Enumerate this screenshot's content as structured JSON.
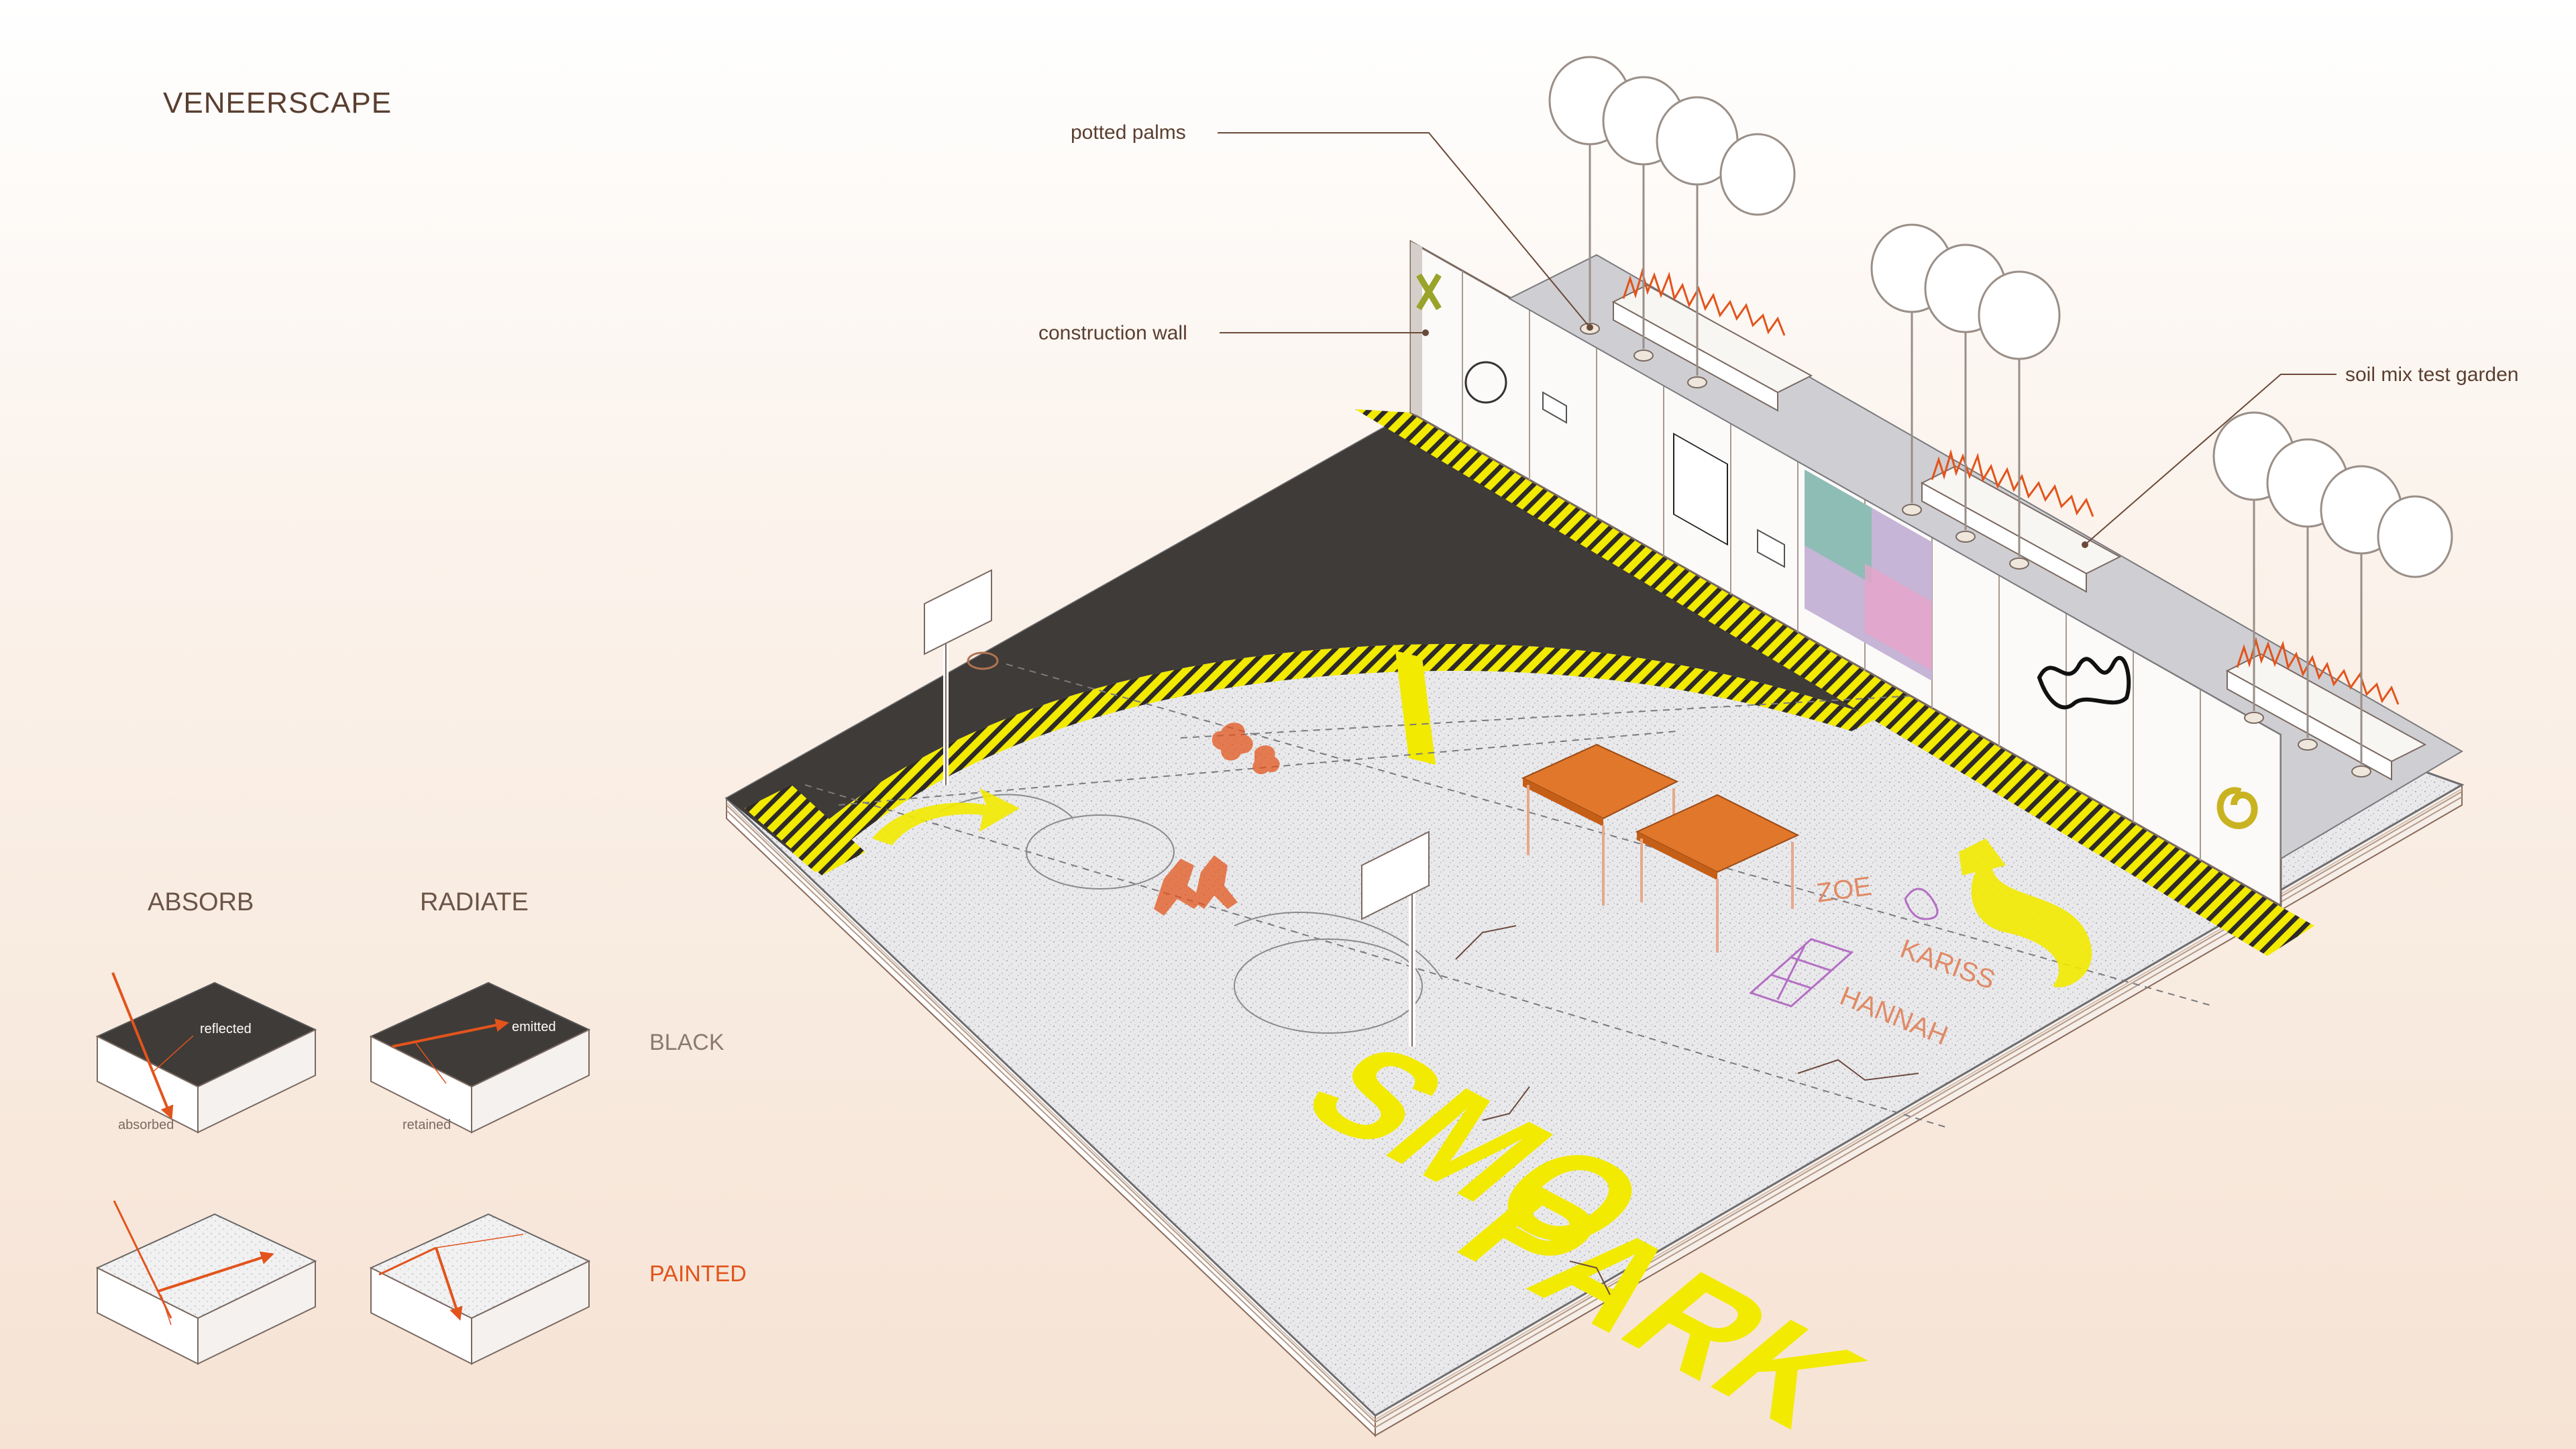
{
  "title": "VENEERSCAPE",
  "legend": {
    "col_absorb": "ABSORB",
    "col_radiate": "RADIATE",
    "row_black": "BLACK",
    "row_painted": "PAINTED",
    "label_reflected": "reflected",
    "label_absorbed": "absorbed",
    "label_emitted": "emitted",
    "label_retained": "retained"
  },
  "callouts": {
    "potted_palms": "potted palms",
    "construction_wall": "construction wall",
    "soil_mix_test_garden": "soil mix test garden"
  },
  "ground_text": {
    "line1": "SMO",
    "line2": "PARK",
    "chalk_names": [
      "ZOE",
      "KARISS",
      "HANNAH"
    ]
  },
  "colors": {
    "accent_orange": "#e2541c",
    "paint_yellow": "#f2ea00",
    "asphalt": "#3f3b38",
    "leader": "#6b4a3a",
    "tent_roof": "#e0772a"
  }
}
